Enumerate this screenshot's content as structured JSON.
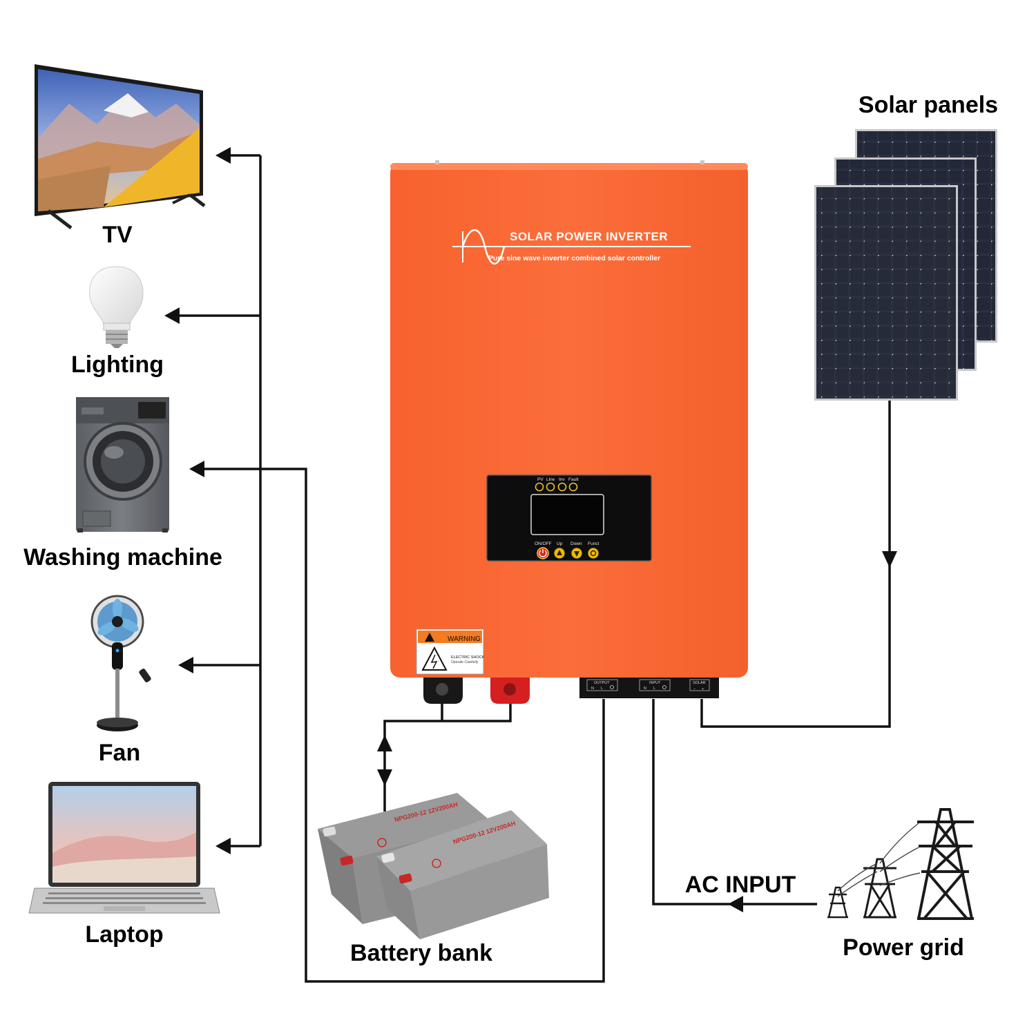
{
  "devices": {
    "tv": "TV",
    "lighting": "Lighting",
    "washing_machine": "Washing machine",
    "fan": "Fan",
    "laptop": "Laptop"
  },
  "sources": {
    "solar_panels": "Solar panels",
    "power_grid": "Power grid",
    "battery_bank": "Battery bank",
    "ac_input": "AC INPUT"
  },
  "inverter": {
    "title": "SOLAR POWER INVERTER",
    "subtitle": "Pure sine wave inverter combined solar controller",
    "indicators": [
      "PV",
      "Line",
      "Inv",
      "Fault"
    ],
    "buttons": [
      "ON/OFF",
      "Up",
      "Down",
      "Funct"
    ],
    "warning_title": "WARNING",
    "warning_line1": "ELECTRIC SHOCK",
    "warning_line2": "Operate Carefully",
    "terminals": {
      "output": "OUTPUT",
      "input": "INPUT",
      "solar": "SOLAR",
      "n": "N",
      "l": "L",
      "minus": "−",
      "plus": "+"
    },
    "body_color": "#f96a35"
  },
  "battery": {
    "model": "NPG200-12 12V200AH"
  }
}
